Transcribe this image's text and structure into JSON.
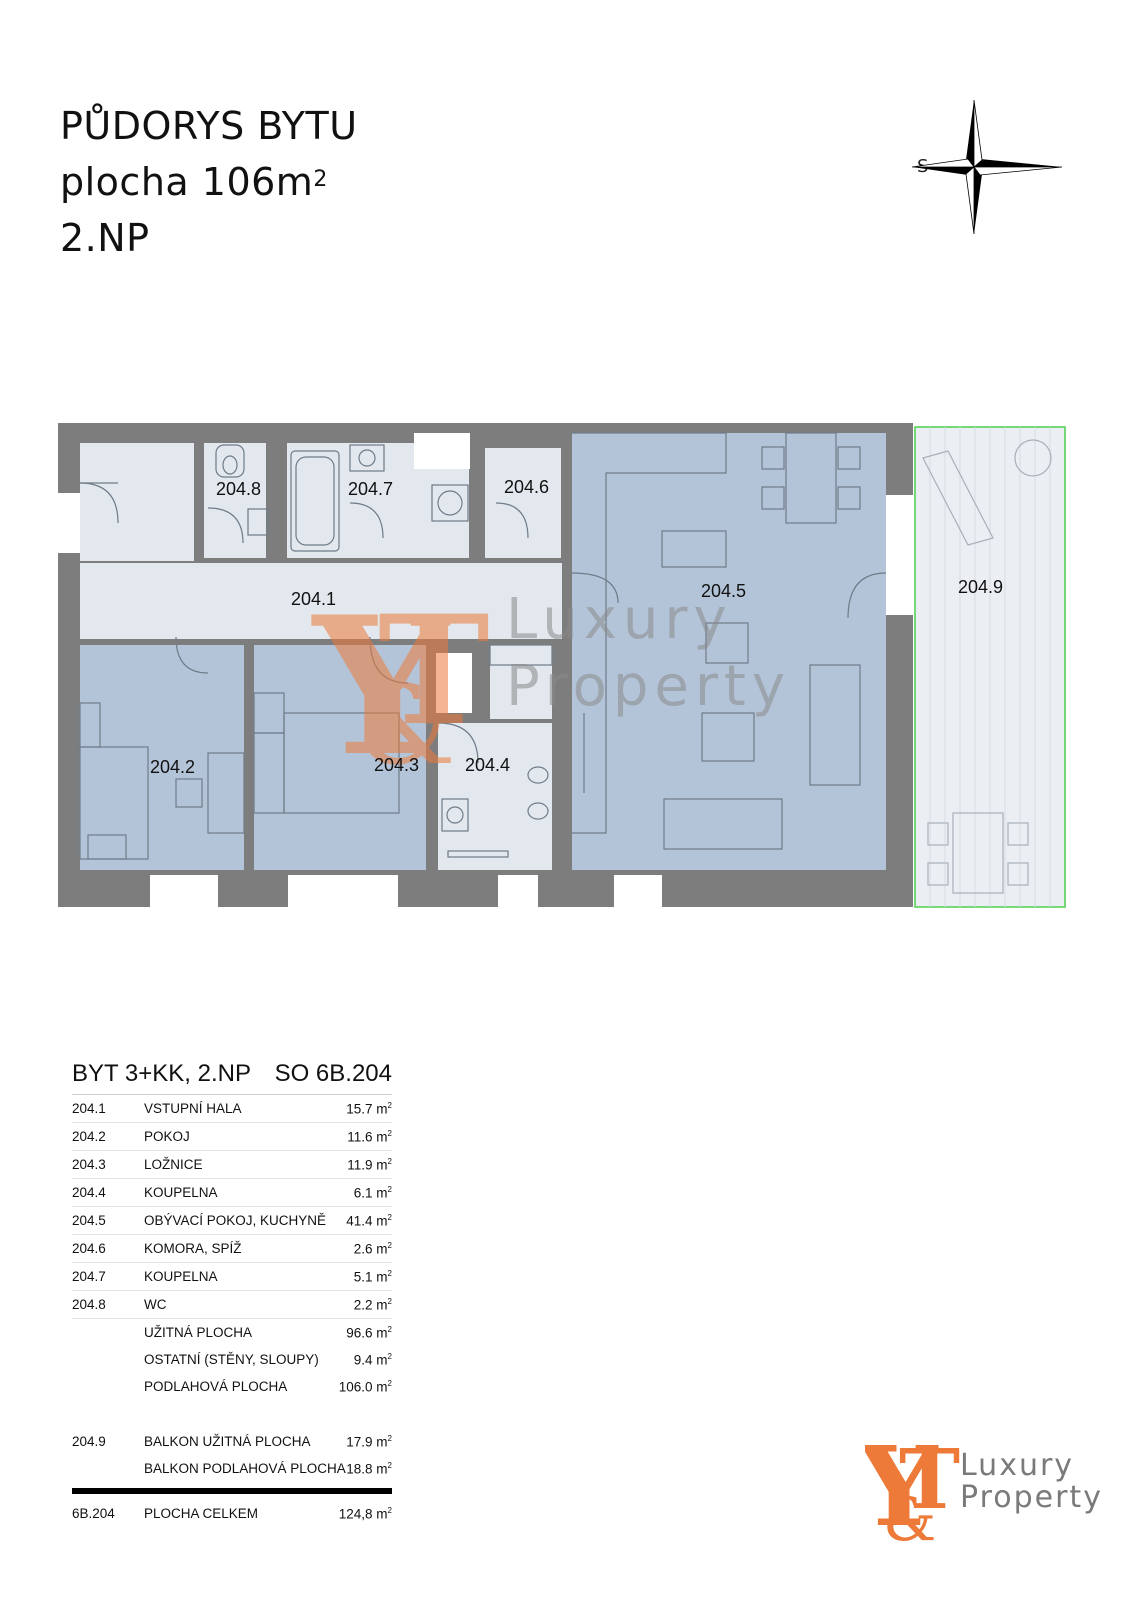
{
  "header": {
    "title": "PŮDORYS BYTU",
    "area_label": "plocha 106m",
    "area_sup": "2",
    "floor": "2.NP"
  },
  "compass": {
    "label": "S",
    "icon": "compass-rose-icon"
  },
  "rooms": {
    "r2041": "204.1",
    "r2042": "204.2",
    "r2043": "204.3",
    "r2044": "204.4",
    "r2045": "204.5",
    "r2046": "204.6",
    "r2047": "204.7",
    "r2048": "204.8",
    "r2049": "204.9"
  },
  "watermark": {
    "luxury": "Luxury",
    "property": "Property"
  },
  "table": {
    "title": "BYT 3+KK, 2.NP",
    "code": "SO 6B.204",
    "unit": "m",
    "unit_sup": "2",
    "rows": [
      {
        "code": "204.1",
        "name": "VSTUPNÍ HALA",
        "area": "15.7 m"
      },
      {
        "code": "204.2",
        "name": "POKOJ",
        "area": "11.6 m"
      },
      {
        "code": "204.3",
        "name": "LOŽNICE",
        "area": "11.9 m"
      },
      {
        "code": "204.4",
        "name": "KOUPELNA",
        "area": "6.1 m"
      },
      {
        "code": "204.5",
        "name": "OBÝVACÍ POKOJ, KUCHYNĚ",
        "area": "41.4 m"
      },
      {
        "code": "204.6",
        "name": "KOMORA, SPÍŽ",
        "area": "2.6 m"
      },
      {
        "code": "204.7",
        "name": "KOUPELNA",
        "area": "5.1 m"
      },
      {
        "code": "204.8",
        "name": "WC",
        "area": "2.2 m"
      }
    ],
    "summary": [
      {
        "name": "UŽITNÁ PLOCHA",
        "area": "96.6 m"
      },
      {
        "name": "OSTATNÍ (STĚNY, SLOUPY)",
        "area": "9.4 m"
      },
      {
        "name": "PODLAHOVÁ PLOCHA",
        "area": "106.0 m"
      }
    ],
    "balcony": [
      {
        "code": "204.9",
        "name": "BALKON UŽITNÁ PLOCHA",
        "area": "17.9 m"
      },
      {
        "code": "",
        "name": "BALKON PODLAHOVÁ PLOCHA",
        "area": "18.8 m"
      }
    ],
    "total": {
      "code": "6B.204",
      "name": "PLOCHA CELKEM",
      "area": "124,8 m"
    }
  },
  "logo": {
    "luxury": "Luxury",
    "property": "Property"
  },
  "colors": {
    "wall": "#7d7d7d",
    "room_blue": "#b4c4d8",
    "room_light": "#e2e8ee",
    "balcony": "#ebeff3",
    "balcony_border": "#4ccf4c",
    "brand_orange": "#ee7a3a",
    "brand_grey": "#8a8a8a"
  }
}
